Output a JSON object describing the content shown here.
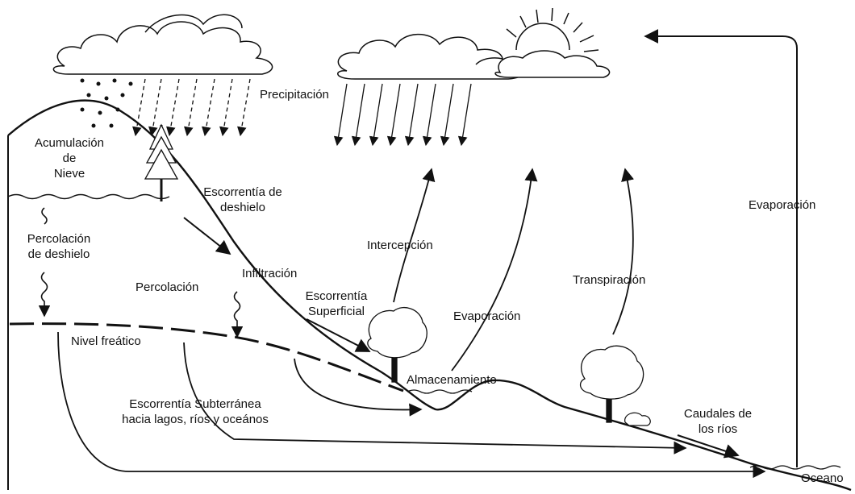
{
  "labels": {
    "precipitation": "Precipitación",
    "snow_accumulation": [
      "Acumulación",
      "de",
      "Nieve"
    ],
    "snowmelt_runoff": [
      "Escorrentía de",
      "deshielo"
    ],
    "snowmelt_percolation": [
      "Percolación",
      "de deshielo"
    ],
    "interception": "Intercepción",
    "evaporation_ocean": "Evaporación",
    "infiltration": "Infiltración",
    "percolation": "Percolación",
    "surface_runoff": [
      "Escorrentía",
      "Superficial"
    ],
    "evaporation_land": "Evaporación",
    "transpiration": "Transpiración",
    "water_table": "Nivel freático",
    "storage": "Almacenamiento",
    "groundwater_runoff": [
      "Escorrentía Subterránea",
      "hacia lagos, ríos y oceános"
    ],
    "river_flow": [
      "Caudales de",
      "los ríos"
    ],
    "ocean": "Oceano"
  },
  "colors": {
    "line": "#111111",
    "background": "#ffffff"
  },
  "icons": [
    "cloud-icon",
    "sun-icon",
    "pine-tree-icon",
    "deciduous-tree-icon",
    "shrub-icon"
  ]
}
